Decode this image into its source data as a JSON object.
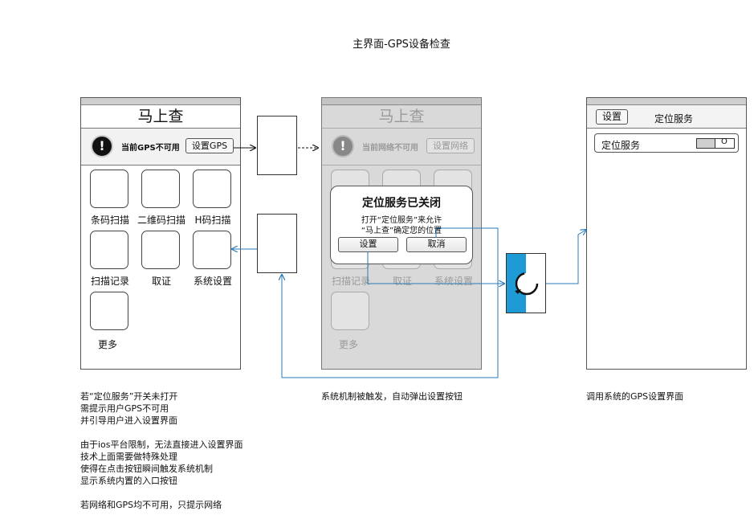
{
  "page": {
    "title": "主界面-GPS设备检查"
  },
  "screen1": {
    "app_title": "马上查",
    "alert_text": "当前GPS不可用",
    "alert_button": "设置GPS",
    "tiles": [
      "条码扫描",
      "二维码扫描",
      "H码扫描",
      "扫描记录",
      "取证",
      "系统设置",
      "更多"
    ]
  },
  "screen2": {
    "app_title": "马上查",
    "alert_text": "当前网络不可用",
    "alert_button": "设置网络",
    "tiles": [
      "扫描记录",
      "取证",
      "系统设置",
      "更多"
    ],
    "dialog": {
      "title": "定位服务已关闭",
      "message_line1": "打开“定位服务”来允许",
      "message_line2": "“马上查”确定您的位置",
      "btn_settings": "设置",
      "btn_cancel": "取消"
    }
  },
  "screen3": {
    "back_button": "设置",
    "nav_title": "定位服务",
    "row_label": "定位服务",
    "toggle_text": "O"
  },
  "notes": {
    "left": [
      "若“定位服务”开关未打开",
      "需提示用户GPS不可用",
      "并引导用户进入设置界面",
      "",
      "由于ios平台限制，无法直接进入设置界面",
      "技术上面需要做特殊处理",
      "使得在点击按钮瞬间触发系统机制",
      "显示系统内置的入口按钮",
      "",
      "若网络和GPS均不可用，只提示网络"
    ],
    "middle": "系统机制被触发，自动弹出设置按钮",
    "right": "调用系统的GPS设置界面"
  },
  "colors": {
    "connector": "#2a7ab8",
    "accent_blue": "#1e9ad6",
    "faded_gray": "#d9d9d9"
  }
}
